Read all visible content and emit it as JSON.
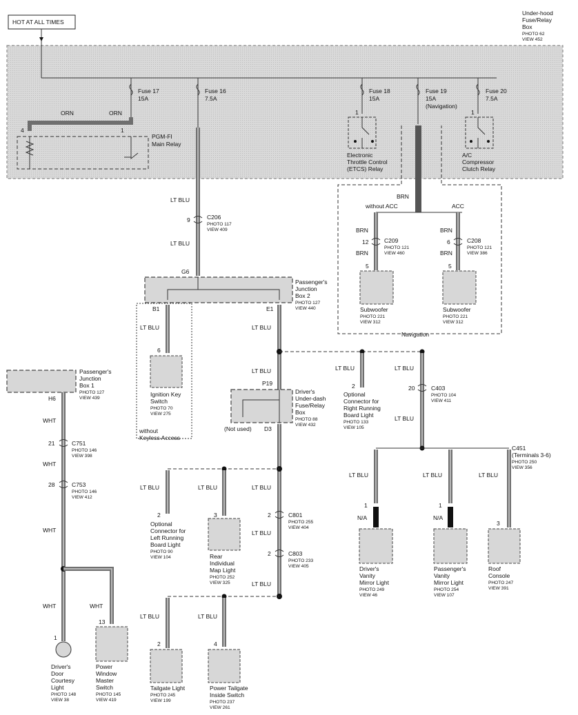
{
  "header": {
    "hot_at_all_times": "HOT AT ALL TIMES",
    "underhood_box": [
      "Under-hood",
      "Fuse/Relay",
      "Box"
    ],
    "underhood_photo": "PHOTO 62",
    "underhood_view": "VIEW 452"
  },
  "fuses": {
    "f17": {
      "name": "Fuse 17",
      "rating": "15A"
    },
    "f16": {
      "name": "Fuse 16",
      "rating": "7.5A"
    },
    "f18": {
      "name": "Fuse 18",
      "rating": "15A"
    },
    "f19": {
      "name": "Fuse 19",
      "rating": "15A",
      "note": "(Navigation)"
    },
    "f20": {
      "name": "Fuse 20",
      "rating": "7.5A"
    }
  },
  "relays": {
    "pgmfi": {
      "lines": [
        "PGM-FI",
        "Main Relay"
      ],
      "pin_left": "4",
      "pin_right": "1"
    },
    "etcs": {
      "lines": [
        "Electronic",
        "Throttle Control",
        "(ETCS) Relay"
      ],
      "pin": "1"
    },
    "ac": {
      "lines": [
        "A/C",
        "Compressor",
        "Clutch Relay"
      ],
      "pin": "1"
    }
  },
  "wire_colors": {
    "orn": "ORN",
    "lt_blu": "LT BLU",
    "brn": "BRN",
    "wht": "WHT",
    "na": "N/A"
  },
  "connectors": {
    "c206": {
      "name": "C206",
      "photo": "PHOTO 117",
      "view": "VIEW 409",
      "pin": "9"
    },
    "c209": {
      "name": "C209",
      "photo": "PHOTO 121",
      "view": "VIEW 460",
      "pin": "12"
    },
    "c208": {
      "name": "C208",
      "photo": "PHOTO 121",
      "view": "VIEW 386",
      "pin": "6"
    },
    "c403": {
      "name": "C403",
      "photo": "PHOTO 104",
      "view": "VIEW 411",
      "pin": "20"
    },
    "c451": {
      "name": "C451",
      "note": "(Terminals 3-6)",
      "photo": "PHOTO 250",
      "view": "VIEW 356"
    },
    "c751": {
      "name": "C751",
      "photo": "PHOTO 146",
      "view": "VIEW 398",
      "pin": "21"
    },
    "c753": {
      "name": "C753",
      "photo": "PHOTO 146",
      "view": "VIEW 412",
      "pin": "28"
    },
    "c801": {
      "name": "C801",
      "photo": "PHOTO 255",
      "view": "VIEW 404",
      "pin": "2"
    },
    "c803": {
      "name": "C803",
      "photo": "PHOTO 233",
      "view": "VIEW 405",
      "pin": "2"
    }
  },
  "junctions": {
    "pjb2": {
      "lines": [
        "Passenger's",
        "Junction",
        "Box 2"
      ],
      "photo": "PHOTO 127",
      "view": "VIEW 440",
      "g6": "G6",
      "b1": "B1",
      "e1": "E1"
    },
    "pjb1": {
      "lines": [
        "Passenger's",
        "Junction",
        "Box 1"
      ],
      "photo": "PHOTO 127",
      "view": "VIEW 439",
      "h6": "H6"
    },
    "dud": {
      "lines": [
        "Driver's",
        "Under-dash",
        "Fuse/Relay",
        "Box"
      ],
      "photo": "PHOTO 88",
      "view": "VIEW 432",
      "p19": "P19",
      "d3": "D3",
      "not_used": "(Not used)"
    }
  },
  "navigation": {
    "without_acc": "without ACC",
    "acc": "ACC",
    "label": "Navigation"
  },
  "components": {
    "sub1": {
      "lines": [
        "Subwoofer"
      ],
      "photo": "PHOTO 221",
      "view": "VIEW 312",
      "pin": "5"
    },
    "sub2": {
      "lines": [
        "Subwoofer"
      ],
      "photo": "PHOTO 221",
      "view": "VIEW 312",
      "pin": "5"
    },
    "ignition": {
      "lines": [
        "Ignition Key",
        "Switch"
      ],
      "photo": "PHOTO 70",
      "view": "VIEW 275",
      "pin": "6",
      "note_lines": [
        "without",
        "Keyless Access"
      ]
    },
    "right_running": {
      "lines": [
        "Optional",
        "Connector for",
        "Right Running",
        "Board Light"
      ],
      "photo": "PHOTO 133",
      "view": "VIEW 105",
      "pin": "2"
    },
    "left_running": {
      "lines": [
        "Optional",
        "Connector for",
        "Left Running",
        "Board Light"
      ],
      "photo": "PHOTO 90",
      "view": "VIEW 104",
      "pin": "2"
    },
    "rear_map": {
      "lines": [
        "Rear",
        "Individual",
        "Map Light"
      ],
      "photo": "PHOTO 252",
      "view": "VIEW 325",
      "pin": "3"
    },
    "driver_vanity": {
      "lines": [
        "Driver's",
        "Vanity",
        "Mirror Light"
      ],
      "photo": "PHOTO 249",
      "view": "VIEW 46",
      "pin": "1"
    },
    "pass_vanity": {
      "lines": [
        "Passenger's",
        "Vanity",
        "Mirror Light"
      ],
      "photo": "PHOTO 254",
      "view": "VIEW 107",
      "pin": "1"
    },
    "roof_console": {
      "lines": [
        "Roof",
        "Console"
      ],
      "photo": "PHOTO 247",
      "view": "VIEW 391",
      "pin": "3"
    },
    "door_courtesy": {
      "lines": [
        "Driver's",
        "Door",
        "Courtesy",
        "Light"
      ],
      "photo": "PHOTO 148",
      "view": "VIEW 38",
      "pin": "1"
    },
    "power_window": {
      "lines": [
        "Power",
        "Window",
        "Master",
        "Switch"
      ],
      "photo": "PHOTO 145",
      "view": "VIEW 419",
      "pin": "13"
    },
    "tailgate": {
      "lines": [
        "Tailgate Light"
      ],
      "photo": "PHOTO 245",
      "view": "VIEW 199",
      "pin": "2"
    },
    "power_tailgate": {
      "lines": [
        "Power Tailgate",
        "Inside Switch"
      ],
      "photo": "PHOTO 237",
      "view": "VIEW 261",
      "pin": "4"
    }
  }
}
